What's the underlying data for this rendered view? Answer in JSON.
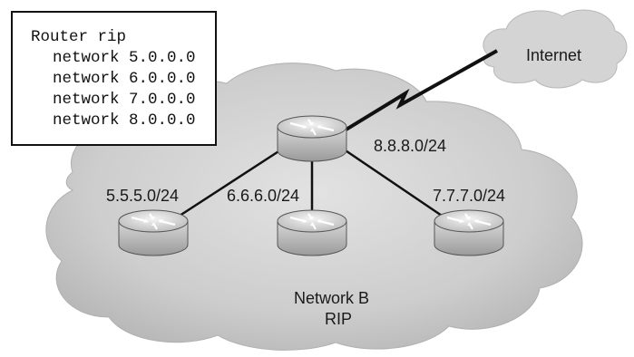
{
  "config": {
    "lines": [
      "Router rip",
      "network 5.0.0.0",
      "network 6.0.0.0",
      "network 7.0.0.0",
      "network 8.0.0.0"
    ]
  },
  "labels": {
    "internet": "Internet",
    "wan_link": "8.8.8.0/24",
    "link_left": "5.5.5.0/24",
    "link_center": "6.6.6.0/24",
    "link_right": "7.7.7.0/24",
    "network_name": "Network B",
    "protocol": "RIP"
  },
  "colors": {
    "cloud_fill": "#cfcfcf",
    "internet_cloud_fill": "#d2d2d2",
    "router_body": "#bdbdbd",
    "line": "#1a1a1a"
  }
}
